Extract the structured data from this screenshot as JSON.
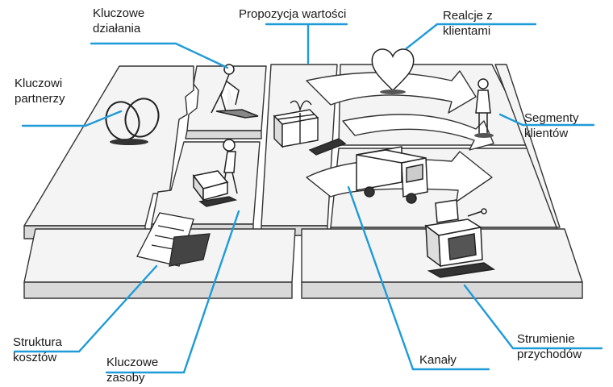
{
  "diagram": {
    "labels": {
      "kluczowe_dzialania": "Kluczowe\ndziałania",
      "propozycja_wartosci": "Propozycja wartości",
      "relacje_z_klientami": "Realcje z\nklientami",
      "kluczowi_partnerzy": "Kluczowi\npartnerzy",
      "segmenty_klientow": "Segmenty\nklientów",
      "struktura_kosztow": "Struktura\nkosztów",
      "kluczowe_zasoby": "Kluczowe\nzasoby",
      "kanaly": "Kanały",
      "strumienie_przychodow": "Strumienie\nprzychodów"
    },
    "colors": {
      "callout_line": "#1f9bd7",
      "board_line": "#333333",
      "board_fill": "#f4f4f4",
      "board_side": "#d9d9d9",
      "heart_fill": "#ffffff"
    },
    "icons": [
      "person-digging-icon",
      "heart-icon",
      "gift-box-icon",
      "interlocking-rings-icon",
      "standing-person-icon",
      "truck-icon",
      "person-with-machine-icon",
      "cost-document-icon",
      "cash-register-icon"
    ]
  }
}
